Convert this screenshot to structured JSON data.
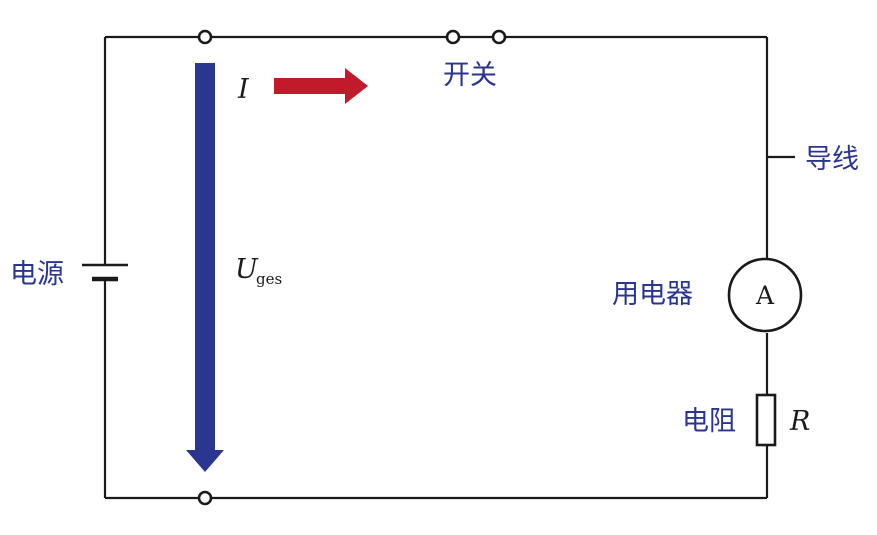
{
  "labels": {
    "source": "电源",
    "switch": "开关",
    "wire": "导线",
    "load": "用电器",
    "resistor": "电阻",
    "current_symbol": "I",
    "voltage_symbol": "U",
    "voltage_subscript": "ges",
    "resistance_symbol": "R",
    "ammeter_symbol": "A"
  },
  "colors": {
    "voltage_arrow": "#2b3691",
    "current_arrow": "#c11a2b",
    "label_text": "#2a3590",
    "wire": "#1a1a1a"
  }
}
